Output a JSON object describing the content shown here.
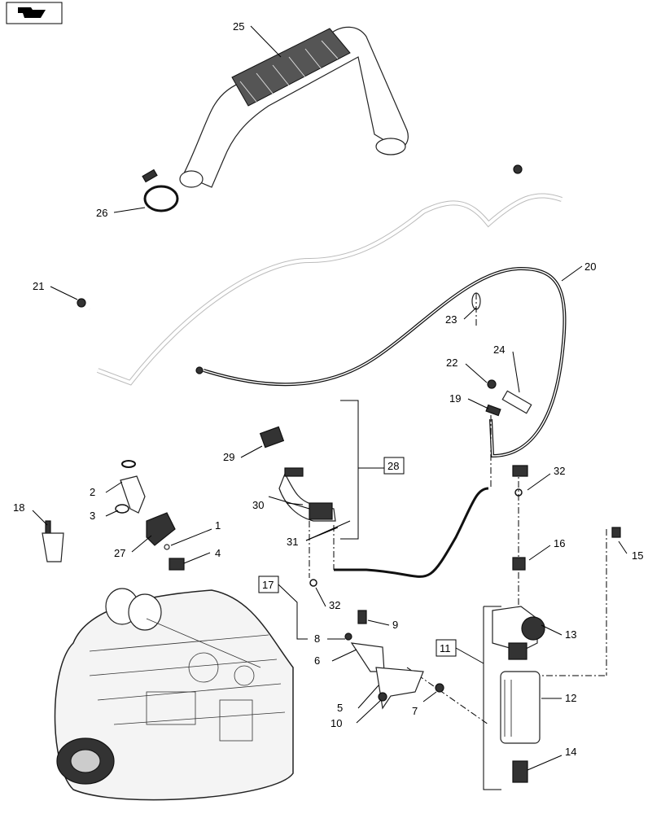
{
  "diagram": {
    "callouts": {
      "c1": "1",
      "c2": "2",
      "c3": "3",
      "c4": "4",
      "c5": "5",
      "c6": "6",
      "c7": "7",
      "c8": "8",
      "c9": "9",
      "c10": "10",
      "c11": "11",
      "c12": "12",
      "c13": "13",
      "c14": "14",
      "c15": "15",
      "c16": "16",
      "c17": "17",
      "c18": "18",
      "c19": "19",
      "c20": "20",
      "c21": "21",
      "c22": "22",
      "c23": "23",
      "c24": "24",
      "c25": "25",
      "c26": "26",
      "c27": "27",
      "c28": "28",
      "c29": "29",
      "c30": "30",
      "c31": "31",
      "c32a": "32",
      "c32b": "32"
    }
  }
}
